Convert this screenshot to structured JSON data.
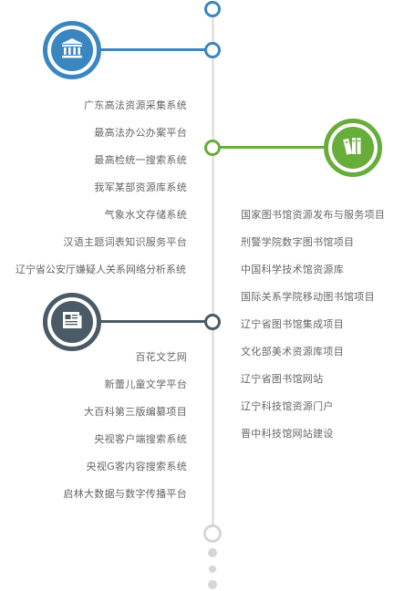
{
  "colors": {
    "blue": "#3a86c0",
    "green": "#66ad3a",
    "slate": "#4a5a66",
    "spine": "#e4e4e4",
    "muted": "#d6d6d6"
  },
  "groups": {
    "first": {
      "icon": "building-icon",
      "items": [
        "广东高法资源采集系统",
        "最高法办公办案平台",
        "最高检统一搜索系统",
        "我军某部资源库系统",
        "气象水文存储系统",
        "汉语主题词表知识服务平台",
        "辽宁省公安厅嫌疑人关系网络分析系统"
      ]
    },
    "second": {
      "icon": "books-icon",
      "items": [
        "国家图书馆资源发布与服务项目",
        "刑警学院数字图书馆项目",
        "中国科学技术馆资源库",
        "国际关系学院移动图书馆项目",
        "辽宁省图书馆集成项目",
        "文化部美术资源库项目",
        "辽宁省图书馆网站",
        "辽宁科技馆资源门户",
        "晋中科技馆网站建设"
      ]
    },
    "third": {
      "icon": "newspaper-icon",
      "items": [
        "百花文艺网",
        "新蕾儿童文学平台",
        "大百科第三版编纂项目",
        "央视客户端搜索系统",
        "央视G客内容搜索系统",
        "启林大数据与数字传播平台"
      ]
    }
  }
}
